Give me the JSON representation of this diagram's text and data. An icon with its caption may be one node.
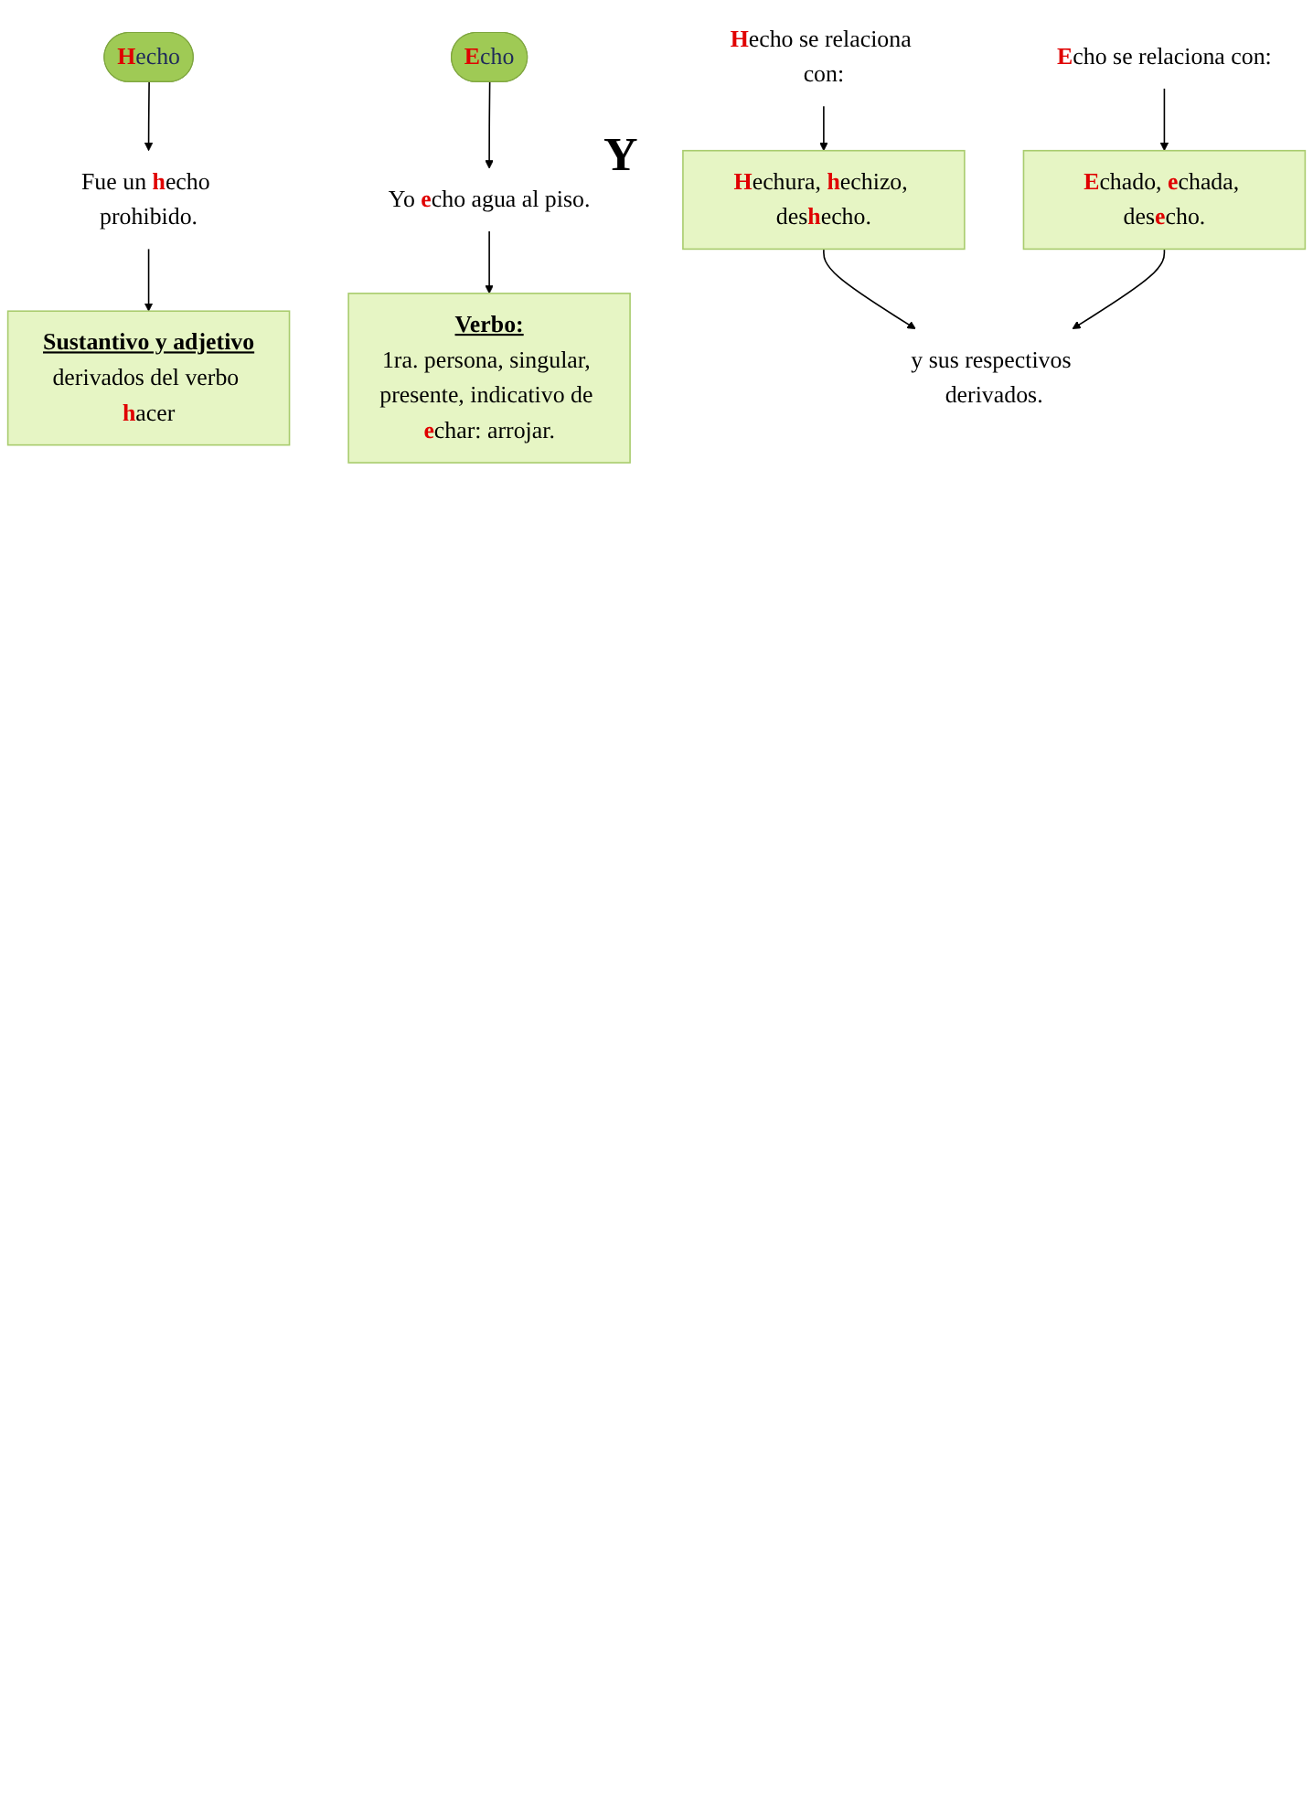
{
  "diagram": {
    "nodes": [
      {
        "text": [
          "**H**echo"
        ]
      },
      {
        "text": [
          "**E**cho"
        ]
      },
      {
        "text": [
          "Fue un **h**echo prohibido."
        ]
      },
      {
        "text": [
          "Yo **e**cho agua al piso."
        ]
      },
      {
        "text": [
          "Sustantivo y adjetivo",
          "derivados del verbo **h**acer"
        ]
      },
      {
        "text": [
          "Verbo:",
          "1ra. persona, singular, presente, indicativo de **e**char: arrojar."
        ]
      },
      {
        "text": [
          "**H**echo se relaciona con:"
        ]
      },
      {
        "text": [
          "**E**cho se relaciona con:"
        ]
      },
      {
        "text": [
          "**H**echura, **h**echizo, des**h**echo."
        ]
      },
      {
        "text": [
          "**E**chado, **e**chada, des**e**cho."
        ]
      },
      {
        "text": [
          "y sus respectivos derivados."
        ]
      }
    ],
    "edges": [
      {
        "from": 0,
        "to": 2,
        "arrow": "to"
      },
      {
        "from": 2,
        "to": 4,
        "arrow": "to"
      },
      {
        "from": 1,
        "to": 3,
        "arrow": "to"
      },
      {
        "from": 3,
        "to": 5,
        "arrow": "to"
      },
      {
        "from": 6,
        "to": 8,
        "arrow": "to"
      },
      {
        "from": 7,
        "to": 9,
        "arrow": "to"
      },
      {
        "from": 8,
        "to": 10,
        "arrow": "to"
      },
      {
        "from": 9,
        "to": 10,
        "arrow": "to"
      }
    ],
    "labels": [
      "Y"
    ]
  }
}
